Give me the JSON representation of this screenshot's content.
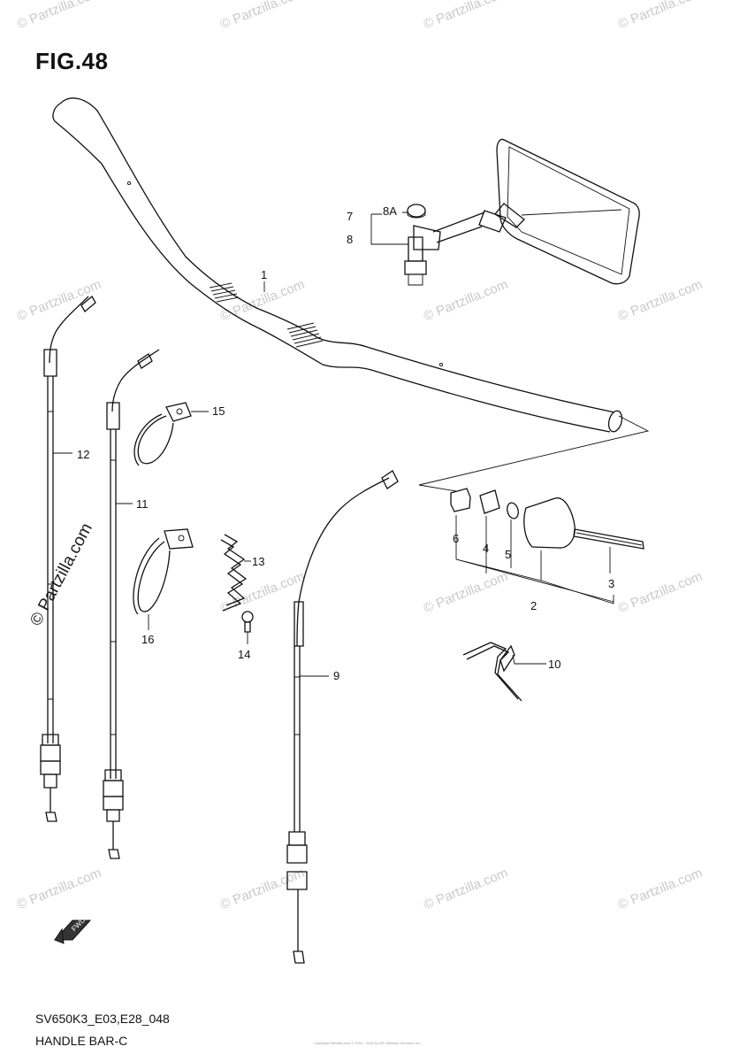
{
  "figure": {
    "title": "FIG.48",
    "model_code": "SV650K3_E03,E28_048",
    "section_name": "HANDLE BAR-C"
  },
  "callouts": {
    "p1": "1",
    "p2": "2",
    "p3": "3",
    "p4": "4",
    "p5": "5",
    "p6": "6",
    "p7": "7",
    "p8": "8",
    "p8a": "8A",
    "p9": "9",
    "p10": "10",
    "p11": "11",
    "p12": "12",
    "p13": "13",
    "p14": "14",
    "p15": "15",
    "p16": "16",
    "fwd": "FWD"
  },
  "watermark": {
    "text": "© Partzilla.com",
    "prominent_text": "© Partzilla.com"
  },
  "copyright_line": "Copyright Partzilla.com © 2004 - 2015 by ARI Network Services, Inc.",
  "colors": {
    "line": "#111111",
    "watermark": "#c9c9c9",
    "background": "#ffffff"
  }
}
